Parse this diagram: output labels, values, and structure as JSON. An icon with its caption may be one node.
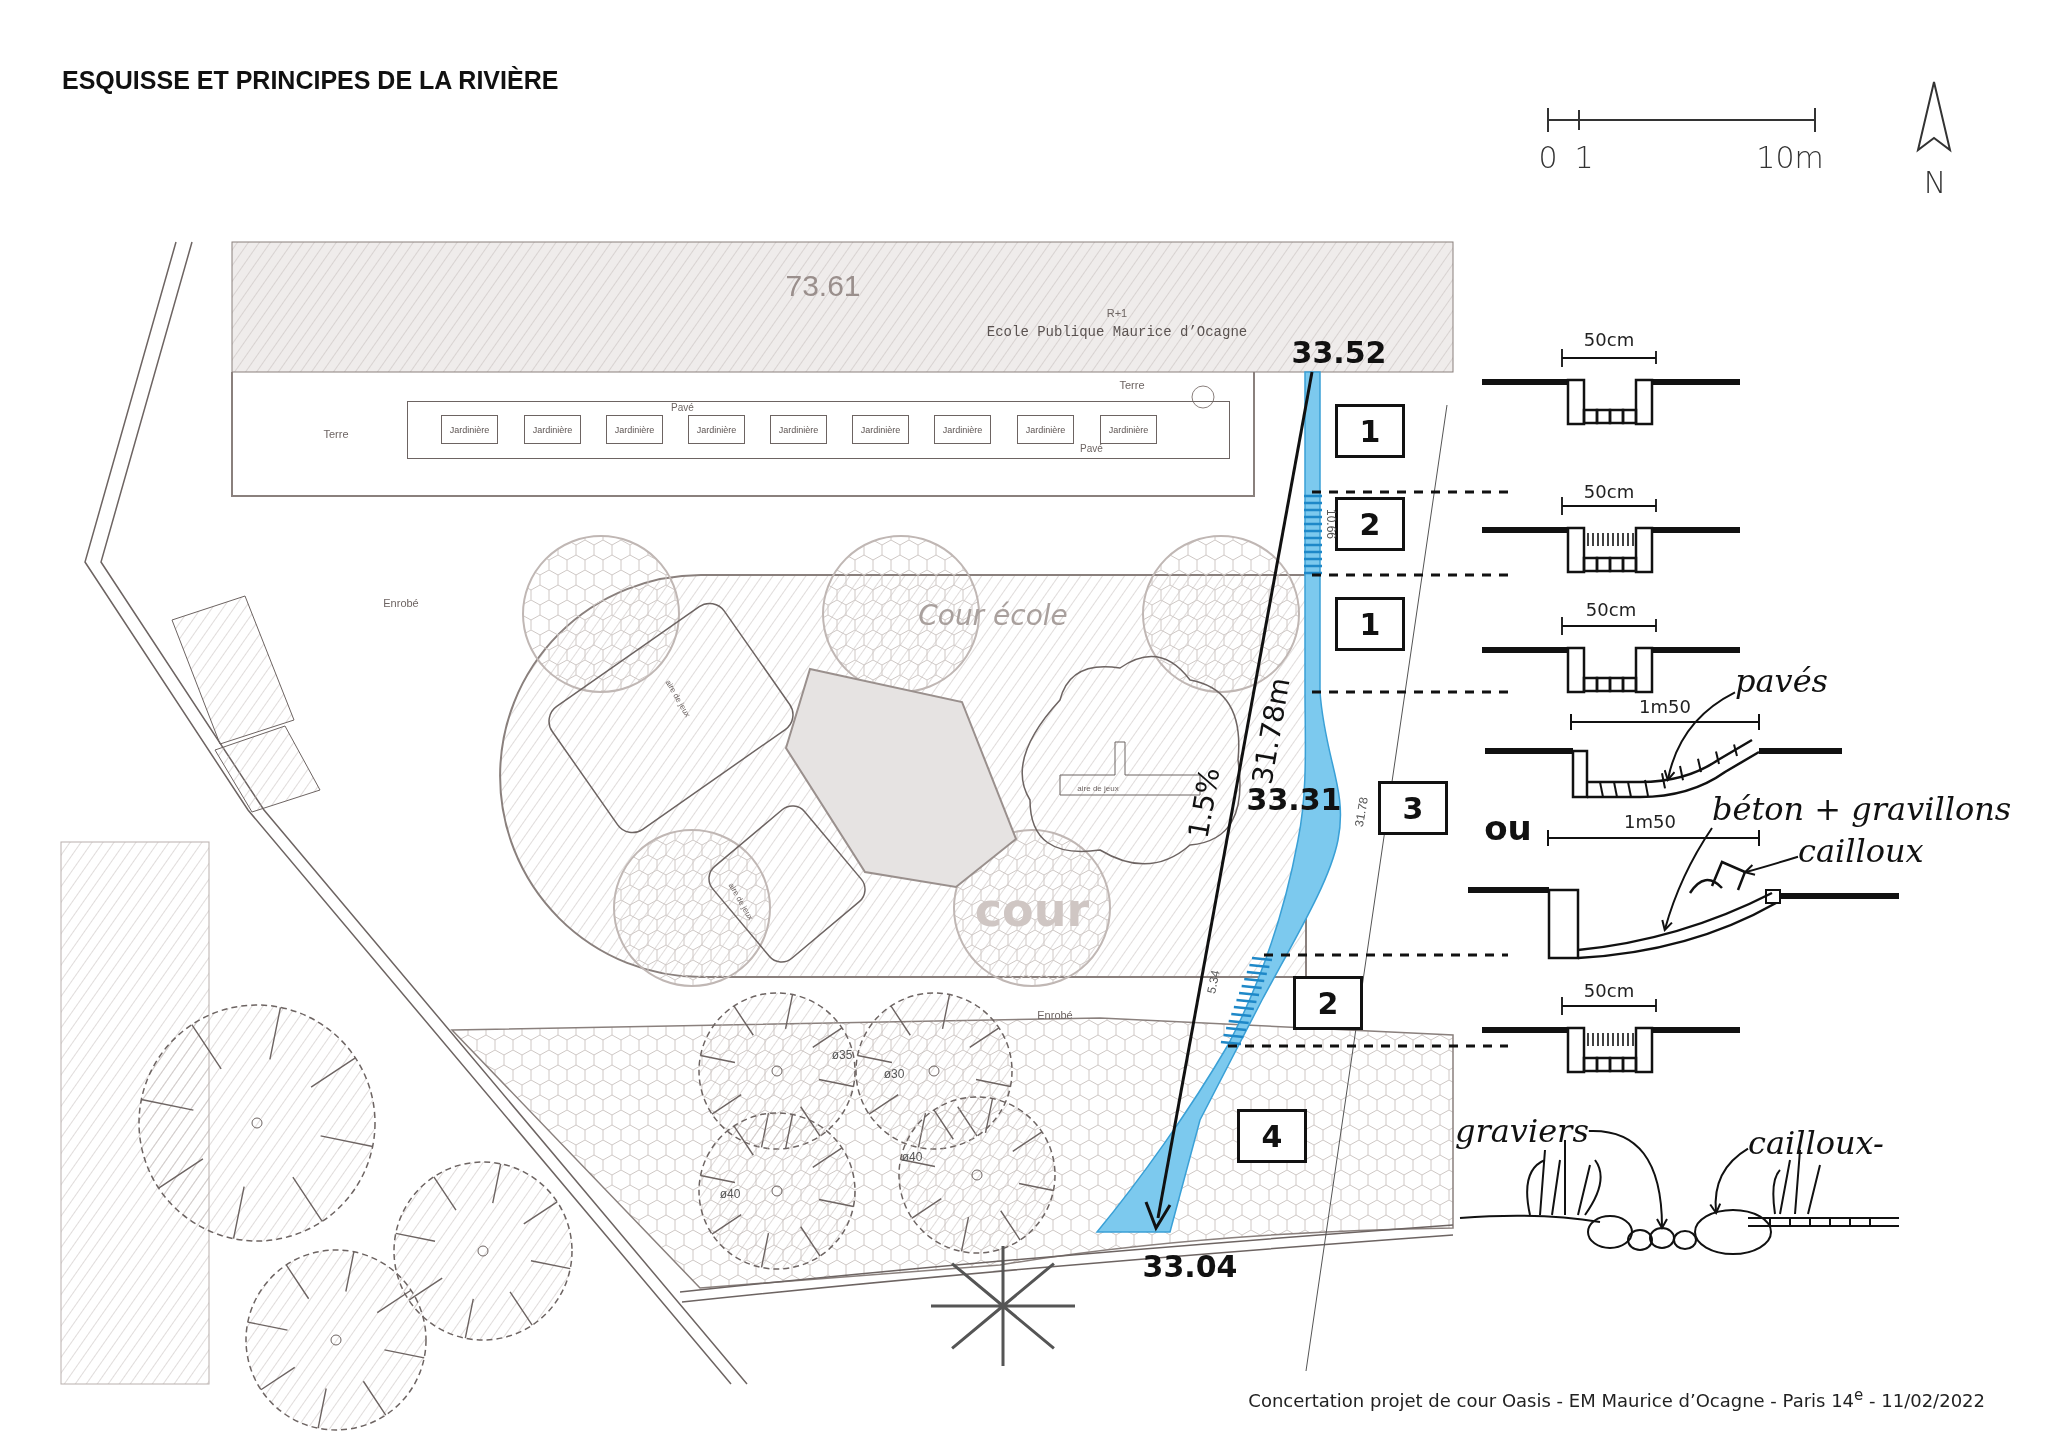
{
  "diagram": {
    "title": "ESQUISSE ET PRINCIPES DE LA RIVIÈRE",
    "nodes": [
      {
        "text": [
          "Pavé",
          "Pavé"
        ]
      },
      {
        "text": [
          "Jardinière"
        ],
        "in": 0
      },
      {
        "text": [
          "Jardinière"
        ],
        "in": 0
      },
      {
        "text": [
          "Jardinière"
        ],
        "in": 0
      },
      {
        "text": [
          "Jardinière"
        ],
        "in": 0
      },
      {
        "text": [
          "Jardinière"
        ],
        "in": 0
      },
      {
        "text": [
          "Jardinière"
        ],
        "in": 0
      },
      {
        "text": [
          "Jardinière"
        ],
        "in": 0
      },
      {
        "text": [
          "Jardinière"
        ],
        "in": 0
      },
      {
        "text": [
          "Jardinière"
        ],
        "in": 0
      },
      {
        "text": [
          "1"
        ]
      },
      {
        "text": [
          "2"
        ]
      },
      {
        "text": [
          "1"
        ]
      },
      {
        "text": [
          "3"
        ]
      },
      {
        "text": [
          "2"
        ]
      },
      {
        "text": [
          "4"
        ]
      },
      {
        "text": [
          "pavés"
        ]
      },
      {
        "text": [
          "béton + gravillons"
        ]
      },
      {
        "text": [
          "cailloux"
        ]
      },
      {
        "text": [
          "graviers"
        ]
      },
      {
        "text": [
          "cailloux-"
        ]
      },
      {
        "text": [],
        "shape": "picture"
      },
      {
        "text": [],
        "shape": "picture"
      },
      {
        "text": [],
        "shape": "picture"
      },
      {
        "text": [],
        "shape": "picture"
      },
      {
        "text": [],
        "shape": "picture"
      }
    ],
    "edges": [
      {
        "from": 16,
        "to": 21,
        "arrow": "to"
      },
      {
        "from": 17,
        "to": 22,
        "arrow": "to"
      },
      {
        "from": 18,
        "to": 23,
        "arrow": "to"
      },
      {
        "from": 19,
        "to": 24,
        "arrow": "to"
      },
      {
        "from": 20,
        "to": 25,
        "arrow": "to"
      }
    ],
    "labels": [
      "0",
      "1",
      "10m",
      "N",
      "73.61",
      "R+1",
      "Ecole Publique Maurice d’Ocagne",
      "Terre",
      "Terre",
      "33.52",
      "Enrobé",
      "Cour école",
      "aire de jeux",
      "aire de jeux",
      "aire de jeux",
      "cour",
      "31.78m",
      "1.5%",
      "33.31",
      "10.66",
      "31.78",
      "5.34",
      "Enrobé",
      "ø35",
      "ø30",
      "ø40",
      "ø40",
      "33.04",
      "50cm",
      "50cm",
      "50cm",
      "1m50",
      "ou",
      "1m50",
      "50cm",
      "Concertation projet de cour Oasis -  EM Maurice d’Ocagne - Paris 14$^{e}$ - 11/02/2022"
    ]
  }
}
